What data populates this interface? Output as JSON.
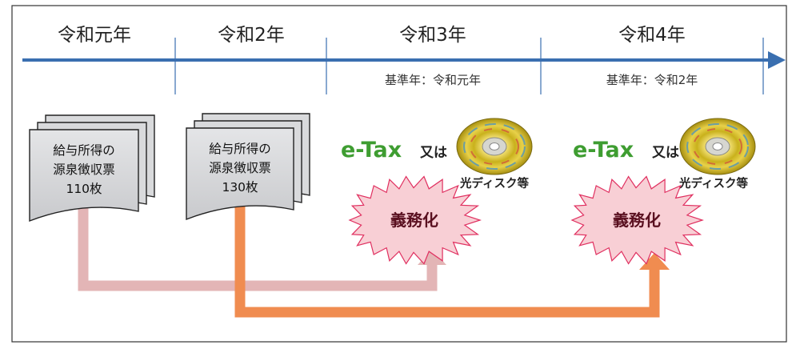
{
  "timeline": {
    "years": [
      "令和元年",
      "令和2年",
      "令和3年",
      "令和4年"
    ],
    "base_year_notes": [
      "基準年：令和元年",
      "基準年：令和2年"
    ]
  },
  "slips": [
    {
      "lines": [
        "給与所得の",
        "源泉徴収票",
        "110枚"
      ]
    },
    {
      "lines": [
        "給与所得の",
        "源泉徴収票",
        "130枚"
      ]
    }
  ],
  "filing_methods": [
    {
      "etax": "e-Tax",
      "or": "又は",
      "disc": "光ディスク等",
      "badge": "義務化"
    },
    {
      "etax": "e-Tax",
      "or": "又は",
      "disc": "光ディスク等",
      "badge": "義務化"
    }
  ],
  "colors": {
    "timeline": "#3a6fb0",
    "arrow_first": "#e3b5b6",
    "arrow_second": "#f08c50",
    "badge_fill": "#f8cfd5",
    "badge_stroke": "#e03060",
    "etax_green": "#3e9d31",
    "slip_fill": "#d9dadc"
  }
}
